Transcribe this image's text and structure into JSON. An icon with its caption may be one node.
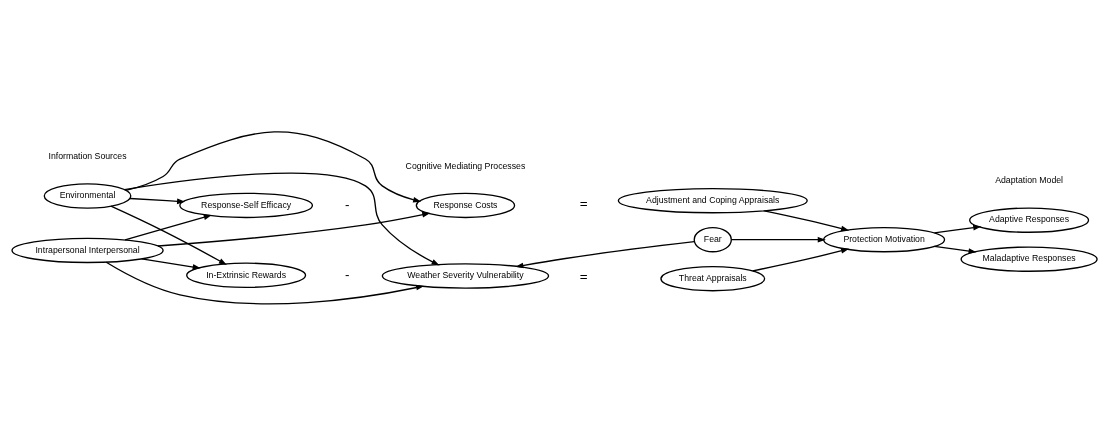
{
  "diagram": {
    "nodes": [
      {
        "text": [
          "Environmental"
        ]
      },
      {
        "text": [
          "Intrapersonal Interpersonal"
        ]
      },
      {
        "text": [
          "In-Extrinsic Rewards"
        ]
      },
      {
        "text": [
          "Response-Self Efficacy"
        ]
      },
      {
        "text": [
          "Weather Severity Vulnerability"
        ]
      },
      {
        "text": [
          "Response Costs"
        ]
      },
      {
        "text": [
          "Threat Appraisals"
        ]
      },
      {
        "text": [
          "Fear"
        ]
      },
      {
        "text": [
          "Adjustment and Coping Appraisals"
        ]
      },
      {
        "text": [
          "Protection Motivation"
        ]
      },
      {
        "text": [
          "Adaptive Responses"
        ]
      },
      {
        "text": [
          "Maladaptive Responses"
        ]
      }
    ],
    "edges": [
      {
        "from": 0,
        "to": 4,
        "arrow": "to"
      },
      {
        "from": 0,
        "to": 2,
        "arrow": "to"
      },
      {
        "from": 0,
        "to": 3,
        "arrow": "to"
      },
      {
        "from": 0,
        "to": 5,
        "arrow": "to"
      },
      {
        "from": 1,
        "to": 2,
        "arrow": "to"
      },
      {
        "from": 1,
        "to": 4,
        "arrow": "to"
      },
      {
        "from": 1,
        "to": 3,
        "arrow": "to"
      },
      {
        "from": 1,
        "to": 5,
        "arrow": "to"
      },
      {
        "from": 7,
        "to": 4,
        "arrow": "to"
      },
      {
        "from": 7,
        "to": 9,
        "arrow": "to"
      },
      {
        "from": 6,
        "to": 9,
        "arrow": "to"
      },
      {
        "from": 8,
        "to": 9,
        "arrow": "to"
      },
      {
        "from": 9,
        "to": 10,
        "arrow": "to"
      },
      {
        "from": 9,
        "to": 11,
        "arrow": "to"
      }
    ],
    "labels": [
      "Information Sources",
      "Cognitive Mediating Processes",
      "Adaptation Model",
      "-",
      "=",
      "-",
      "="
    ]
  }
}
